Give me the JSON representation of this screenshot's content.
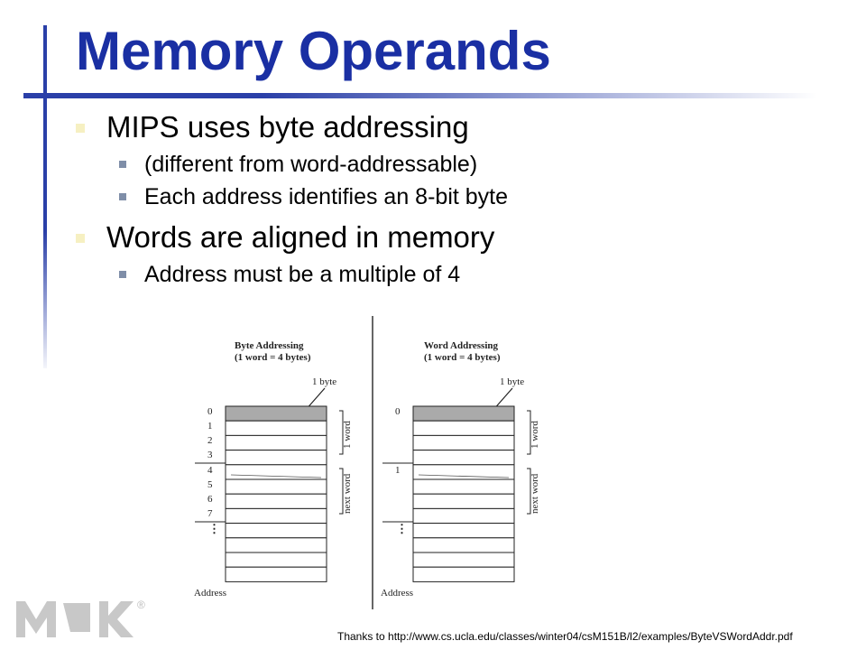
{
  "slide": {
    "title": "Memory Operands",
    "bullets": [
      {
        "text": "MIPS uses byte addressing",
        "sub": [
          " (different from word-addressable)",
          "Each address identifies an 8-bit byte"
        ]
      },
      {
        "text": "Words are aligned in memory",
        "sub": [
          "Address must be a multiple of 4"
        ]
      }
    ],
    "footer": "Thanks to http://www.cs.ucla.edu/classes/winter04/csM151B/l2/examples/ByteVSWordAddr.pdf"
  },
  "figure": {
    "left": {
      "title_line1": "Byte Addressing",
      "title_line2": "(1 word = 4 bytes)",
      "pointer_label": "1 byte",
      "addresses": [
        "0",
        "1",
        "2",
        "3",
        "4",
        "5",
        "6",
        "7",
        "⋮"
      ],
      "brace_label_1": "1 word",
      "brace_label_2": "next word",
      "axis_label": "Address"
    },
    "right": {
      "title_line1": "Word Addressing",
      "title_line2": "(1 word = 4 bytes)",
      "pointer_label": "1 byte",
      "addresses": [
        "0",
        "1",
        "⋮"
      ],
      "brace_label_1": "1 word",
      "brace_label_2": "next word",
      "axis_label": "Address"
    }
  },
  "logo": {
    "registered_mark": "®"
  },
  "colors": {
    "title": "#1a2fa3",
    "accent_bar": "#2a3fa8",
    "bullet_l1": "#f6f0c2",
    "bullet_l2": "#7f8ea8",
    "cell_highlight": "#aaaaaa",
    "logo": "#c8c8c8"
  }
}
